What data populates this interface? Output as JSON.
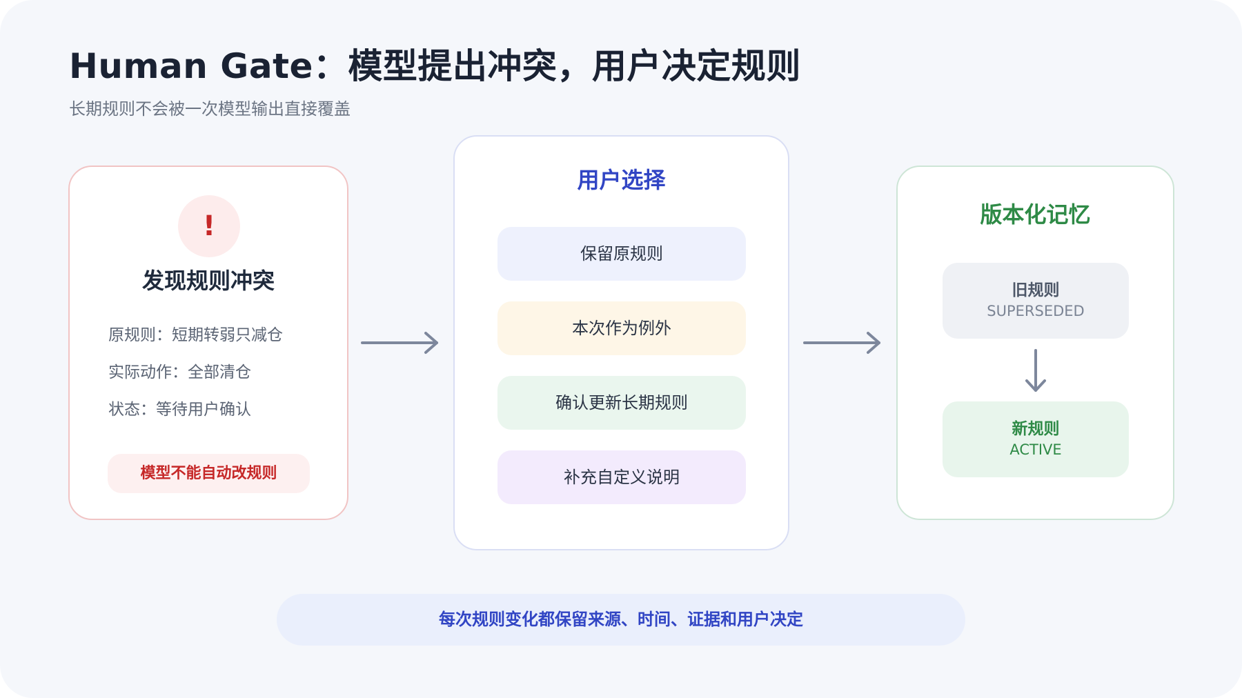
{
  "header": {
    "title": "Human Gate：模型提出冲突，用户决定规则",
    "subtitle": "长期规则不会被一次模型输出直接覆盖"
  },
  "conflict_card": {
    "icon": "exclamation-icon",
    "icon_glyph": "!",
    "title": "发现规则冲突",
    "details": [
      "原规则：短期转弱只减仓",
      "实际动作：全部清仓",
      "状态：等待用户确认"
    ],
    "warning": "模型不能自动改规则"
  },
  "choice_card": {
    "title": "用户选择",
    "options": [
      "保留原规则",
      "本次作为例外",
      "确认更新长期规则",
      "补充自定义说明"
    ]
  },
  "memory_card": {
    "title": "版本化记忆",
    "old_version": {
      "name": "旧规则",
      "state": "SUPERSEDED"
    },
    "new_version": {
      "name": "新规则",
      "state": "ACTIVE"
    }
  },
  "footer": {
    "note": "每次规则变化都保留来源、时间、证据和用户决定"
  },
  "colors": {
    "background": "#f5f7fb",
    "conflict_accent": "#c62828",
    "choice_accent": "#3145c4",
    "memory_accent": "#2e8a46",
    "arrow": "#7d879c"
  }
}
